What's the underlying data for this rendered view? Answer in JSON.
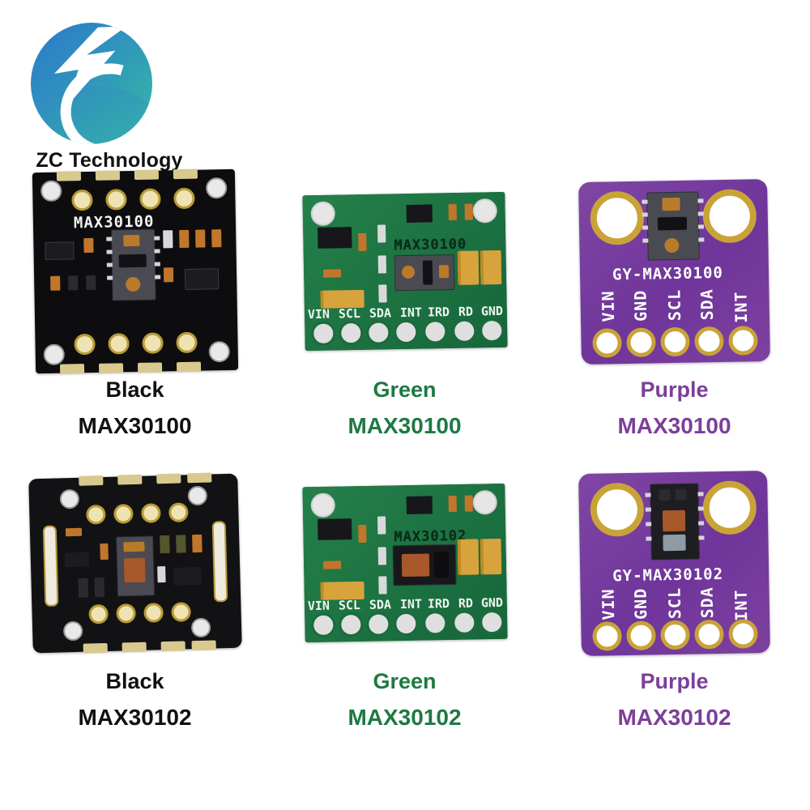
{
  "brand": {
    "name": "ZC Technology",
    "logo_icon": "zc-circular-logo",
    "colors": {
      "gradient_start": "#2b79c9",
      "gradient_end": "#37b7a6"
    }
  },
  "background_color": "#ffffff",
  "caption_colors": {
    "black": "#111111",
    "green": "#1d7a42",
    "purple": "#7c3f99"
  },
  "products": [
    {
      "id": "black-max30100",
      "color_label": "Black",
      "model_label": "MAX30100",
      "pcb_color": "#0d0d0f",
      "silkscreen": "MAX30100",
      "pin_labels": [],
      "board_style": "castellated-black"
    },
    {
      "id": "green-max30100",
      "color_label": "Green",
      "model_label": "MAX30100",
      "pcb_color": "#1d7340",
      "silkscreen": "MAX30100",
      "pin_labels": [
        "VIN",
        "SCL",
        "SDA",
        "INT",
        "IRD",
        "RD",
        "GND"
      ],
      "board_style": "green-breakout"
    },
    {
      "id": "purple-max30100",
      "color_label": "Purple",
      "model_label": "MAX30100",
      "pcb_color": "#7a3f9e",
      "silkscreen": "GY-MAX30100",
      "pin_labels": [
        "VIN",
        "GND",
        "SCL",
        "SDA",
        "INT"
      ],
      "board_style": "purple-gy"
    },
    {
      "id": "black-max30102",
      "color_label": "Black",
      "model_label": "MAX30102",
      "pcb_color": "#121214",
      "silkscreen": "",
      "pin_labels": [],
      "board_style": "castellated-black-slot"
    },
    {
      "id": "green-max30102",
      "color_label": "Green",
      "model_label": "MAX30102",
      "pcb_color": "#1d7340",
      "silkscreen": "MAX30102",
      "pin_labels": [
        "VIN",
        "SCL",
        "SDA",
        "INT",
        "IRD",
        "RD",
        "GND"
      ],
      "board_style": "green-breakout"
    },
    {
      "id": "purple-max30102",
      "color_label": "Purple",
      "model_label": "MAX30102",
      "pcb_color": "#7a3f9e",
      "silkscreen": "GY-MAX30102",
      "pin_labels": [
        "VIN",
        "GND",
        "SCL",
        "SDA",
        "INT"
      ],
      "board_style": "purple-gy"
    }
  ]
}
